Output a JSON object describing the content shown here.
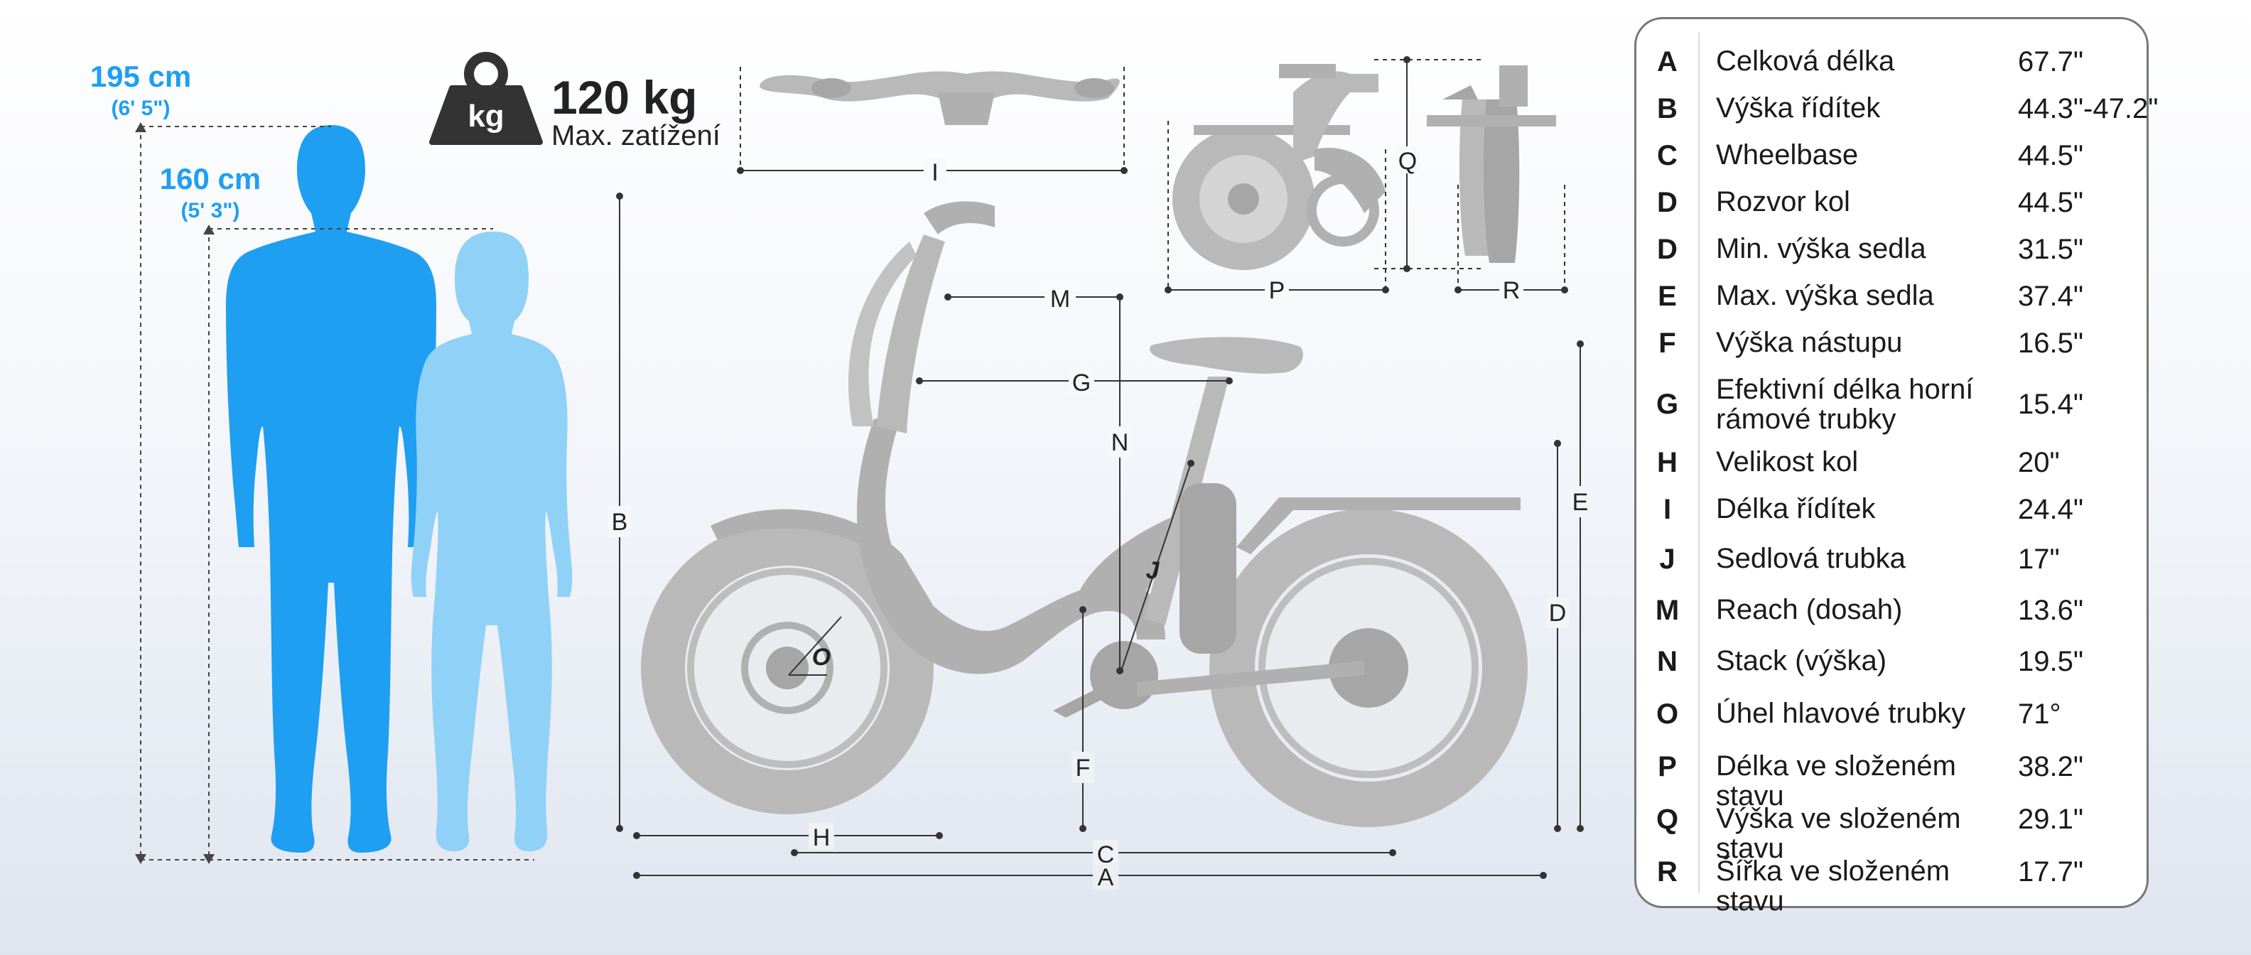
{
  "people": {
    "tall": {
      "height": "195 cm",
      "imperial": "(6' 5\")",
      "color": "#1e9ff2"
    },
    "short": {
      "height": "160 cm",
      "imperial": "(5' 3\")",
      "color": "#8fd1f7"
    }
  },
  "load": {
    "icon": "weight-kg-icon",
    "icon_text": "kg",
    "value": "120 kg",
    "label": "Max. zatížení"
  },
  "dimension_markers": {
    "A": "A",
    "B": "B",
    "C": "C",
    "D": "D",
    "E": "E",
    "F": "F",
    "G": "G",
    "H": "H",
    "I": "I",
    "J": "J",
    "M": "M",
    "N": "N",
    "O": "O",
    "P": "P",
    "Q": "Q",
    "R": "R"
  },
  "specs": [
    {
      "letter": "A",
      "label": "Celková délka",
      "value": "67.7\""
    },
    {
      "letter": "B",
      "label": "Výška řídítek",
      "value": "44.3\"-47.2\""
    },
    {
      "letter": "C",
      "label": "Wheelbase",
      "value": "44.5\""
    },
    {
      "letter": "D",
      "label": "Rozvor kol",
      "value": "44.5\""
    },
    {
      "letter": "D",
      "label": "Min. výška sedla",
      "value": "31.5\""
    },
    {
      "letter": "E",
      "label": "Max. výška sedla",
      "value": "37.4\""
    },
    {
      "letter": "F",
      "label": "Výška nástupu",
      "value": "16.5\""
    },
    {
      "letter": "G",
      "label_line1": "Efektivní délka horní",
      "label_line2": "rámové trubky",
      "value": "15.4\""
    },
    {
      "letter": "H",
      "label": "Velikost kol",
      "value": "20\""
    },
    {
      "letter": "I",
      "label": "Délka řídítek",
      "value": "24.4\""
    },
    {
      "letter": "J",
      "label": "Sedlová trubka",
      "value": "17\""
    },
    {
      "letter": "M",
      "label": "Reach (dosah)",
      "value": "13.6\""
    },
    {
      "letter": "N",
      "label": "Stack (výška)",
      "value": "19.5\""
    },
    {
      "letter": "O",
      "label": "Úhel hlavové trubky",
      "value": "71°"
    },
    {
      "letter": "P",
      "label": "Délka ve složeném stavu",
      "value": "38.2\""
    },
    {
      "letter": "Q",
      "label": "Výška ve složeném stavu",
      "value": "29.1\""
    },
    {
      "letter": "R",
      "label": "Šířka ve složeném stavu",
      "value": "17.7\""
    }
  ],
  "colors": {
    "bike": "#b9b9b9",
    "bike_dark": "#a6a6a6",
    "dimension_line": "#333333",
    "accent": "#1e9ff2"
  }
}
